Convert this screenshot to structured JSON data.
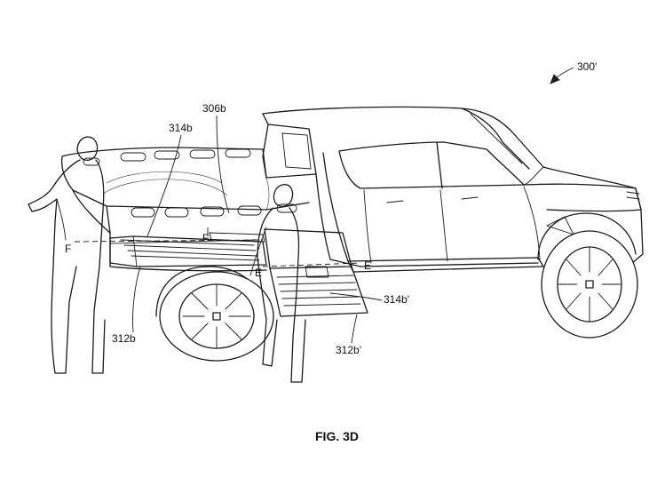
{
  "figure": {
    "ref_main": "300'",
    "caption": "FIG. 3D"
  },
  "labels": {
    "l306b": "306b",
    "l314b": "314b",
    "l312b": "312b",
    "l312bp": "312b'",
    "l314bp": "314b'",
    "lF_left": "F",
    "lF_mid": "F",
    "lE_left": "E",
    "lE_right": "E"
  },
  "icons": {
    "arrow": "reference-arrow-icon",
    "wheel": "wheel-icon"
  }
}
